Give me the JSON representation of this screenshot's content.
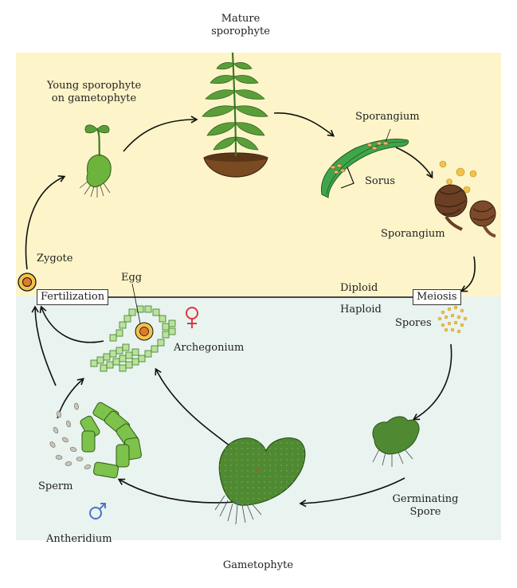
{
  "colors": {
    "diploid_bg": "#fdf5c9",
    "haploid_bg": "#e9f3ef",
    "leaf_green": "#5a9e3a",
    "dark_green": "#3d7a24",
    "gametophyte": "#4f8a32",
    "cell_green": "#b9e39b",
    "spore_yellow": "#f2c24a",
    "sporangium_brown": "#6b3f24",
    "female_red": "#e0353b",
    "male_blue": "#4a76c4"
  },
  "labels": {
    "mature_sporophyte": "Mature\nsporophyte",
    "young_sporophyte": "Young sporophyte\non gametophyte",
    "sporangium_top": "Sporangium",
    "sorus": "Sorus",
    "sporangium_right": "Sporangium",
    "zygote": "Zygote",
    "egg": "Egg",
    "fertilization": "Fertilization",
    "diploid": "Diploid",
    "haploid": "Haploid",
    "meiosis": "Meiosis",
    "spores": "Spores",
    "archegonium": "Archegonium",
    "sperm": "Sperm",
    "antheridium": "Antheridium",
    "germinating_spore": "Germinating\nSpore",
    "gametophyte": "Gametophyte"
  },
  "icons": {
    "female": "female-symbol",
    "male": "male-symbol"
  }
}
